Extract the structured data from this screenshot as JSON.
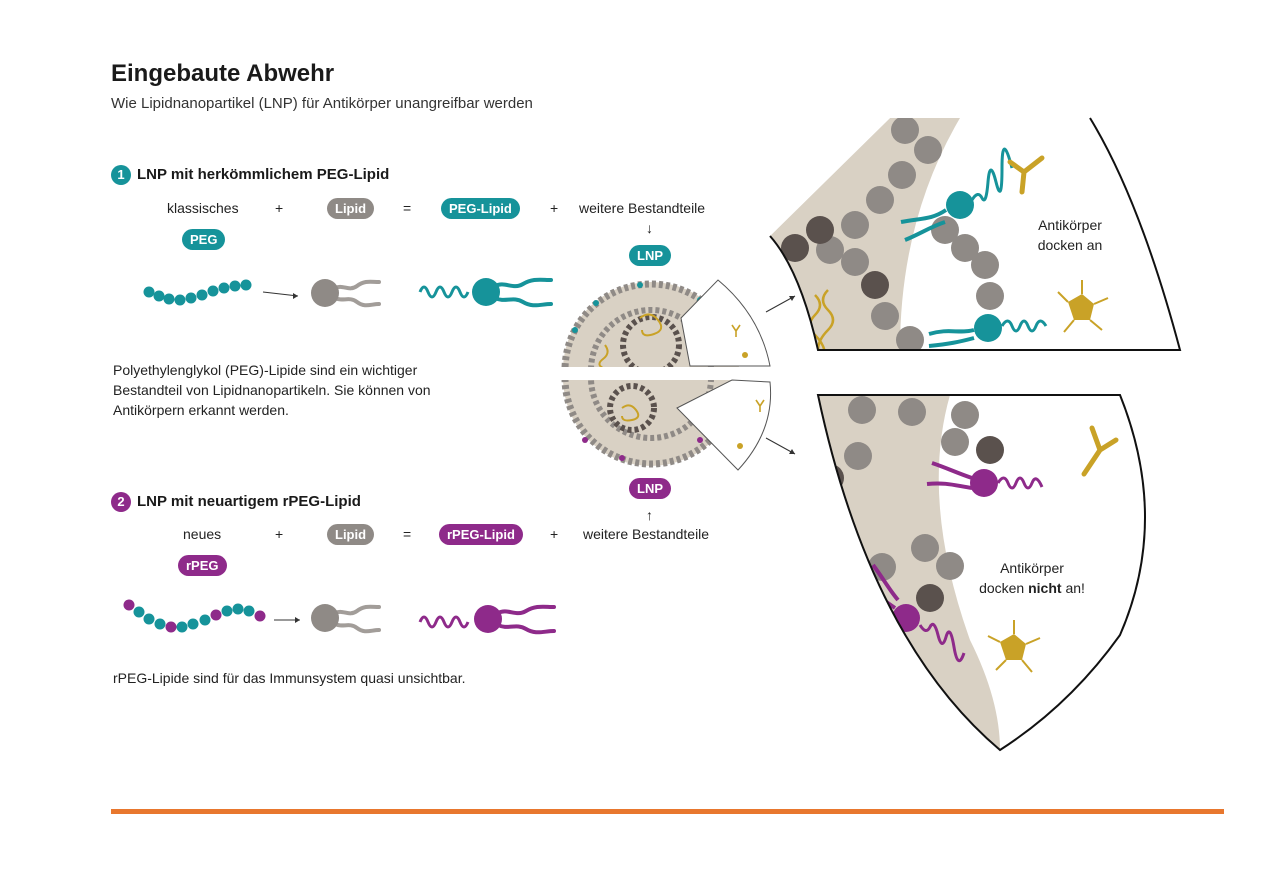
{
  "header": {
    "title": "Eingebaute Abwehr",
    "subtitle": "Wie Lipidnanopartikel (LNP) für Antikörper unangreifbar werden"
  },
  "section1": {
    "number": "1",
    "heading": "LNP mit herkömmlichem PEG-Lipid",
    "word1": "klassisches",
    "badge1": "PEG",
    "plus1": "+",
    "lipid": "Lipid",
    "equals": "=",
    "result": "PEG-Lipid",
    "plus2": "+",
    "more": "weitere Bestandteile",
    "arrow": "↓",
    "lnp": "LNP",
    "description": [
      "Polyethylenglykol (PEG)-Lipide sind ein wichtiger",
      "Bestandteil von Lipidnanopartikeln. Sie können von",
      "Antikörpern erkannt werden."
    ]
  },
  "section2": {
    "number": "2",
    "heading": "LNP mit neuartigem rPEG-Lipid",
    "word1": "neues",
    "badge1": "rPEG",
    "plus1": "+",
    "lipid": "Lipid",
    "equals": "=",
    "result": "rPEG-Lipid",
    "plus2": "+",
    "more": "weitere Bestandteile",
    "arrow": "↑",
    "lnp": "LNP",
    "description": "rPEG-Lipide sind für das Immunsystem quasi unsichtbar."
  },
  "zoom_top": {
    "line1": "Antikörper",
    "line2": "docken an"
  },
  "zoom_bottom": {
    "line1": "Antikörper",
    "line2_pre": "docken ",
    "line2_bold": "nicht",
    "line2_post": " an!"
  },
  "colors": {
    "teal": "#16939a",
    "purple": "#8e2a8a",
    "gray": "#8f8a86",
    "dark": "#5a514d",
    "gold": "#c9a227",
    "beige": "#d9d1c4",
    "orange": "#e8772e"
  }
}
